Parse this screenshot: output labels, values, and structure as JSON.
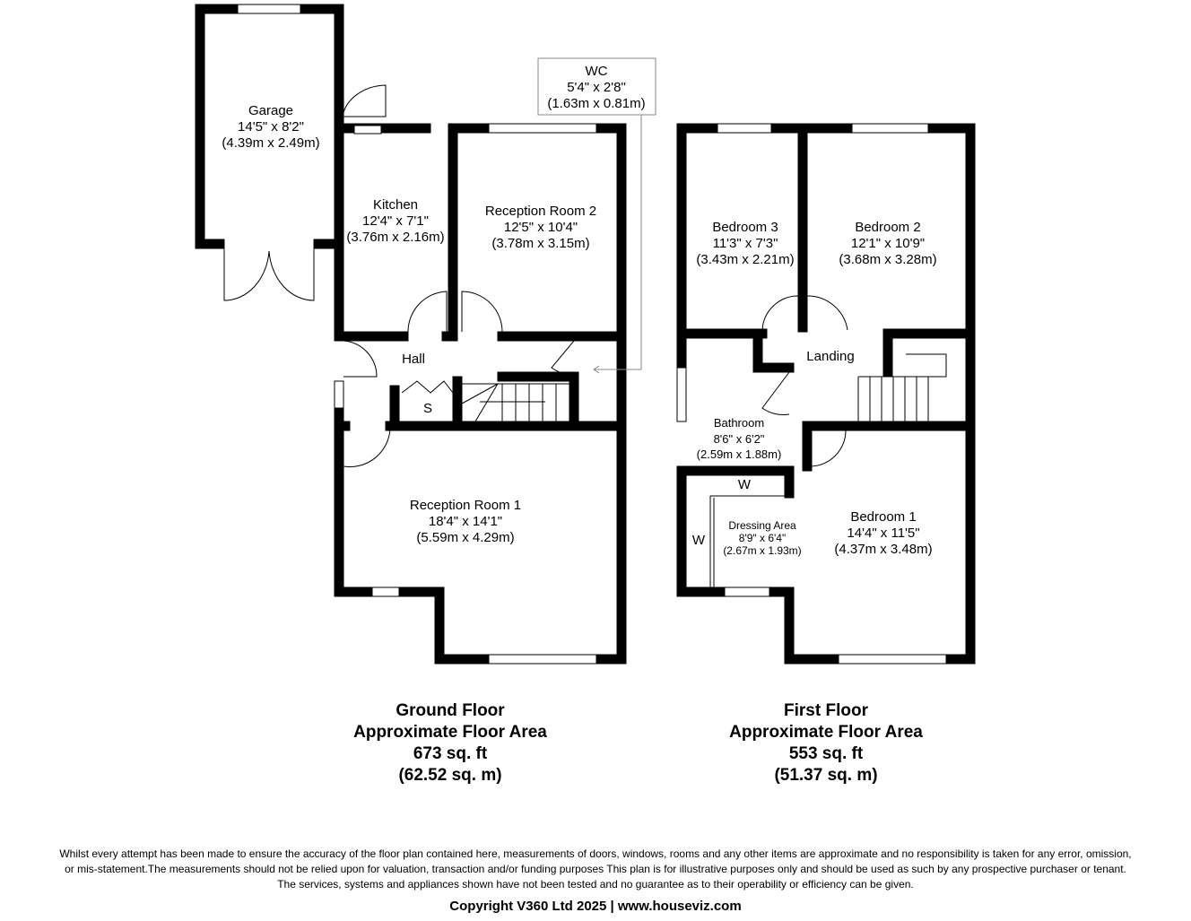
{
  "ground_floor": {
    "rooms": [
      {
        "name": "Garage",
        "imperial": "14'5\" x 8'2\"",
        "metric": "(4.39m x 2.49m)"
      },
      {
        "name": "Kitchen",
        "imperial": "12'4\" x 7'1\"",
        "metric": "(3.76m x 2.16m)"
      },
      {
        "name": "Reception Room 2",
        "imperial": "12'5\" x 10'4\"",
        "metric": "(3.78m x 3.15m)"
      },
      {
        "name": "WC",
        "imperial": "5'4\" x 2'8\"",
        "metric": "(1.63m x 0.81m)"
      },
      {
        "name": "Reception Room 1",
        "imperial": "18'4\" x 14'1\"",
        "metric": "(5.59m x 4.29m)"
      }
    ],
    "hall_label": "Hall",
    "store_label": "S",
    "summary": {
      "title": "Ground Floor",
      "subtitle": "Approximate Floor Area",
      "sqft": "673 sq. ft",
      "sqm": "(62.52 sq. m)"
    }
  },
  "first_floor": {
    "rooms": [
      {
        "name": "Bedroom 3",
        "imperial": "11'3\" x 7'3\"",
        "metric": "(3.43m x 2.21m)"
      },
      {
        "name": "Bedroom 2",
        "imperial": "12'1\" x 10'9\"",
        "metric": "(3.68m x 3.28m)"
      },
      {
        "name": "Bathroom",
        "imperial": "8'6\" x 6'2\"",
        "metric": "(2.59m x 1.88m)"
      },
      {
        "name": "Dressing Area",
        "imperial": "8'9\" x 6'4\"",
        "metric": "(2.67m x 1.93m)"
      },
      {
        "name": "Bedroom 1",
        "imperial": "14'4\" x 11'5\"",
        "metric": "(4.37m x 3.48m)"
      }
    ],
    "landing_label": "Landing",
    "wardrobe_label": "W",
    "summary": {
      "title": "First Floor",
      "subtitle": "Approximate Floor Area",
      "sqft": "553 sq. ft",
      "sqm": "(51.37 sq. m)"
    }
  },
  "disclaimer": [
    "Whilst every attempt has been made to ensure the accuracy of the floor plan contained here, measurements of doors, windows, rooms and any other items are approximate and no responsibility is taken for any error, omission,",
    "or mis-statement.The measurements should not be relied upon for valuation, transaction and/or funding purposes This plan is for illustrative purposes only and should be used as such by any prospective purchaser or tenant.",
    "The services, systems and appliances shown have not been tested and no guarantee as to their operability or efficiency can be given."
  ],
  "copyright": "Copyright V360 Ltd 2025 | www.houseviz.com"
}
